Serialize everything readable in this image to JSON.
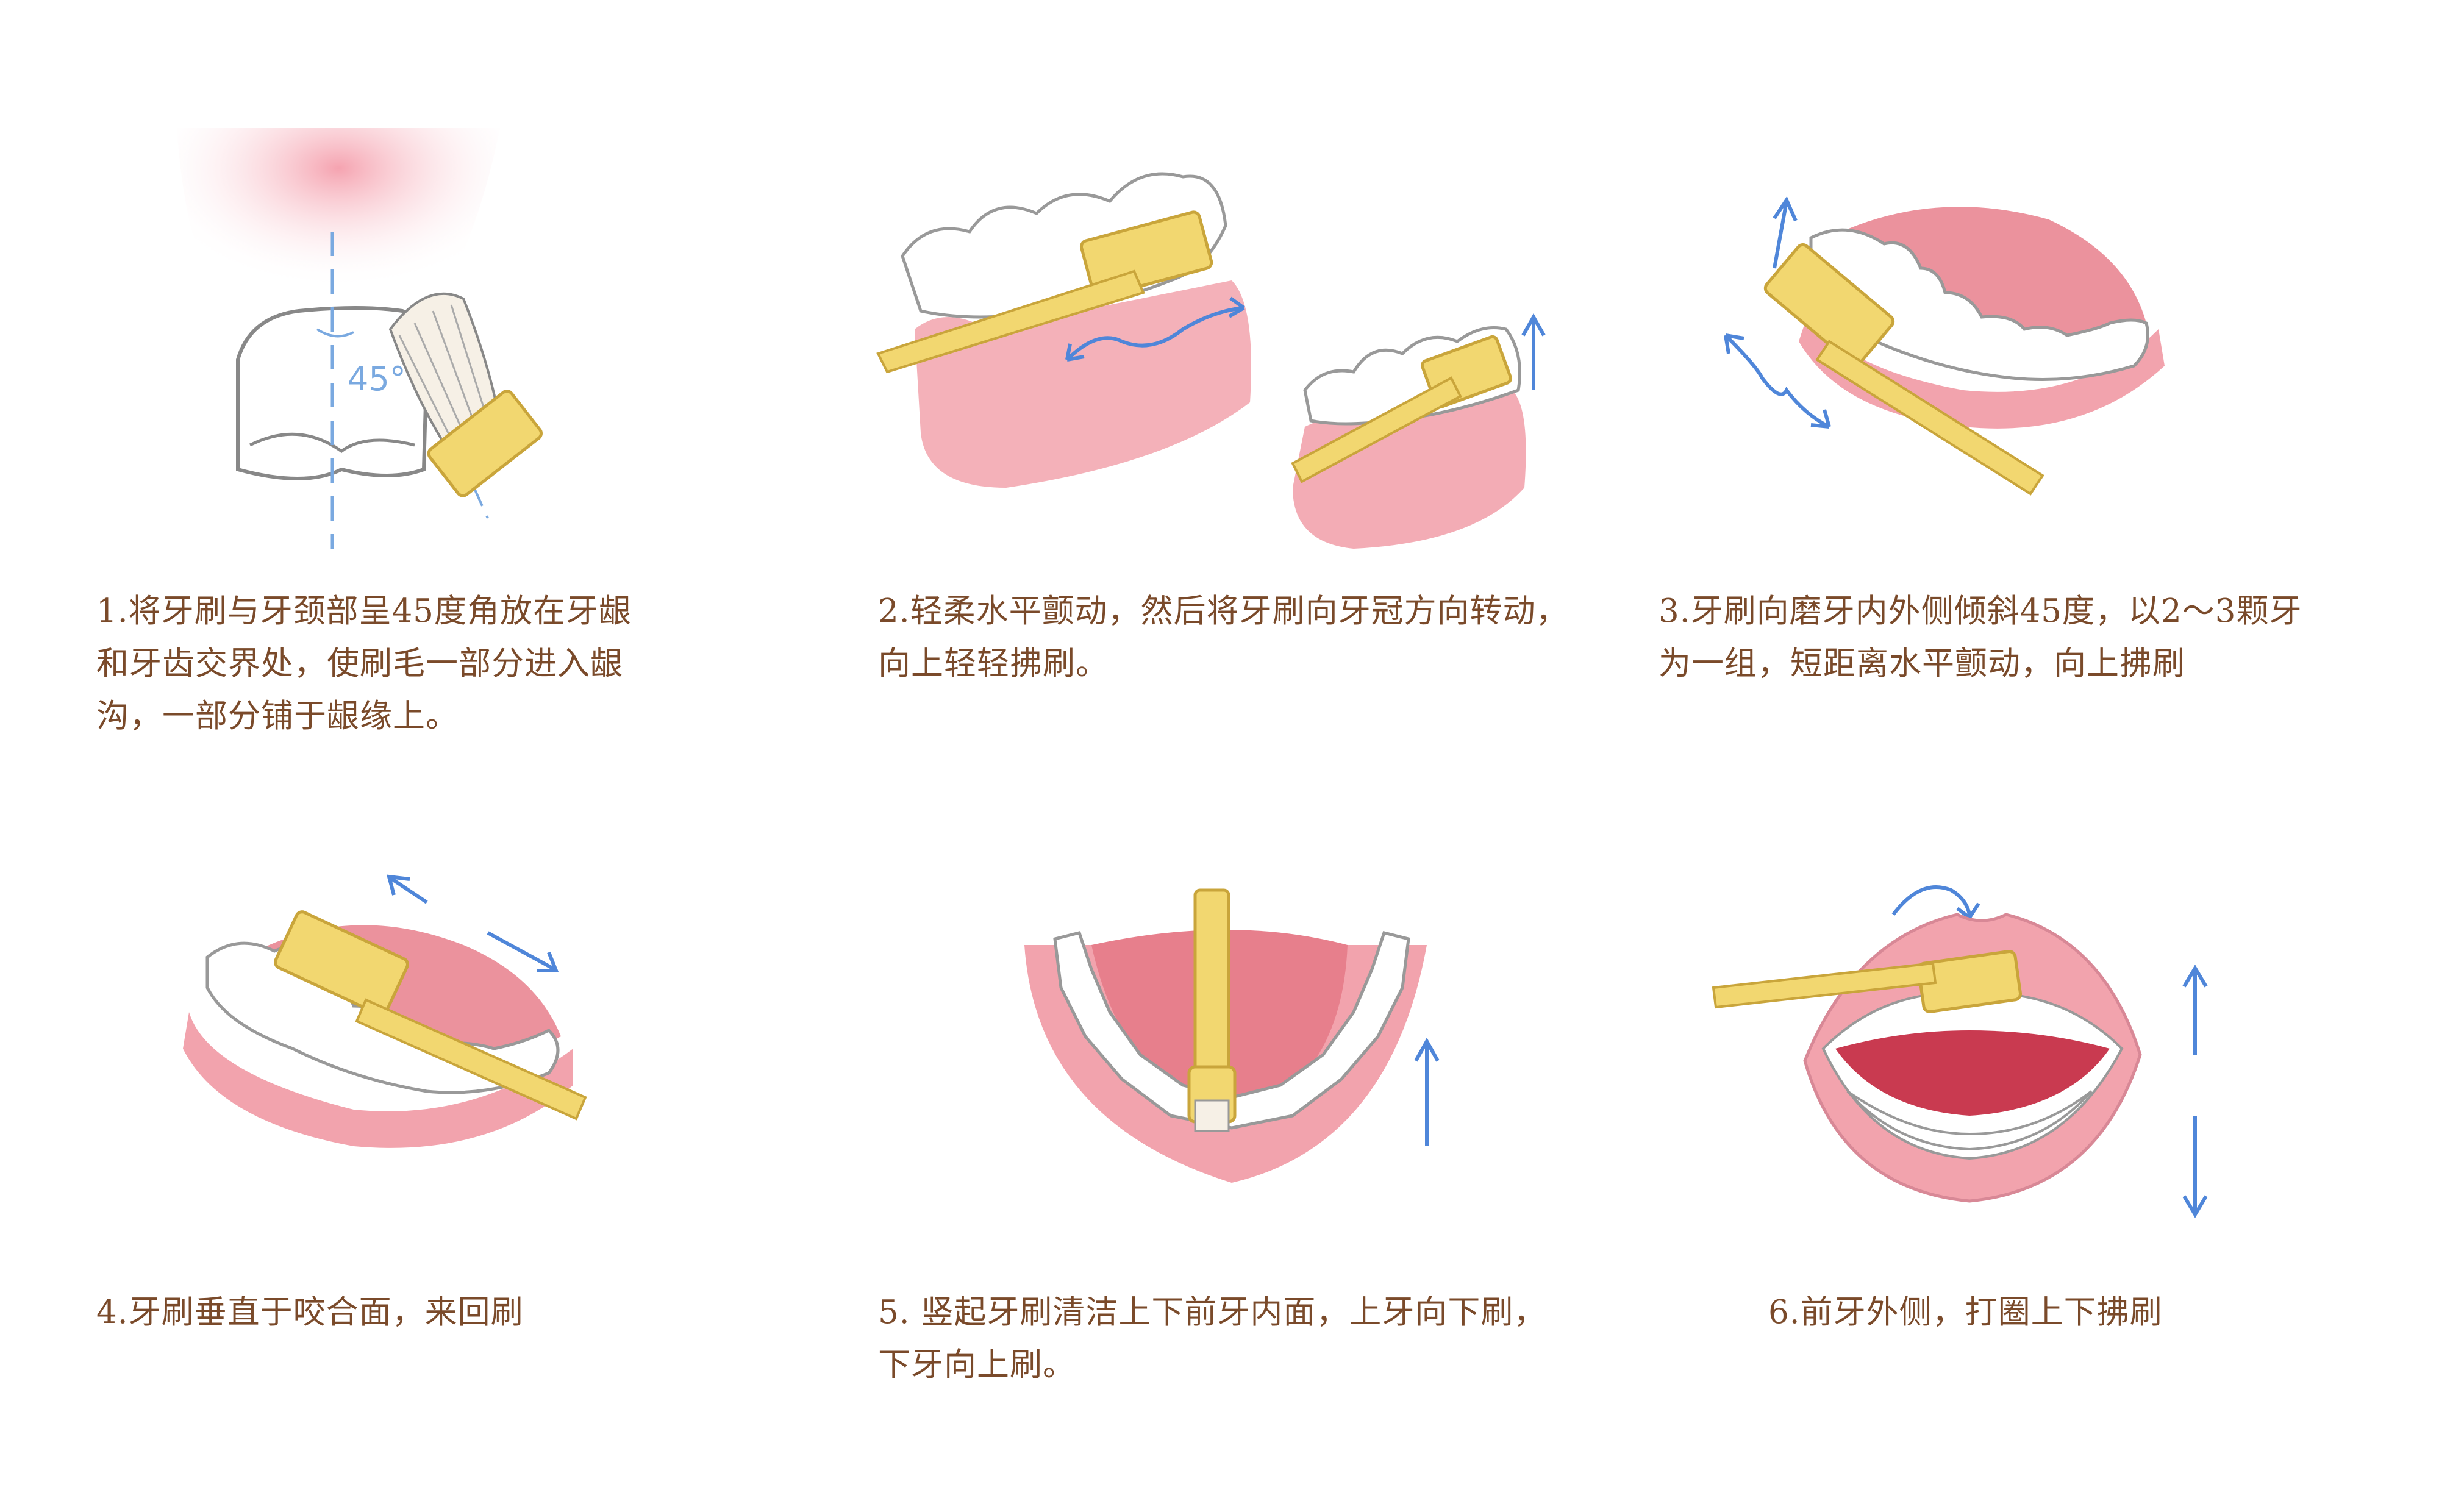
{
  "steps": [
    {
      "id": 1,
      "lines": [
        "1.将牙刷与牙颈部呈45度角放在牙龈",
        "和牙齿交界处，使刷毛一部分进入龈",
        "沟，一部分铺于龈缘上。"
      ],
      "angle_label": "45°"
    },
    {
      "id": 2,
      "lines": [
        "2.轻柔水平颤动，然后将牙刷向牙冠方向转动，",
        "向上轻轻拂刷。"
      ]
    },
    {
      "id": 3,
      "lines": [
        "3.牙刷向磨牙内外侧倾斜45度，以2～3颗牙",
        "为一组，短距离水平颤动，向上拂刷"
      ]
    },
    {
      "id": 4,
      "lines": [
        "4.牙刷垂直于咬合面，来回刷"
      ]
    },
    {
      "id": 5,
      "lines": [
        "5. 竖起牙刷清洁上下前牙内面，上牙向下刷，",
        "下牙向上刷。"
      ]
    },
    {
      "id": 6,
      "lines": [
        "6.前牙外侧，打圈上下拂刷"
      ]
    }
  ],
  "colors": {
    "text": "#7a4a2a",
    "gum": "#f2a3ad",
    "gum_dark": "#e98996",
    "tongue": "#e77f8c",
    "tooth": "#ffffff",
    "outline": "#7d7d7d",
    "brush": "#f2d770",
    "brush_edge": "#c9a53b",
    "arrow": "#4f86d9",
    "guide": "#7aa9e0"
  },
  "icons": [
    "tooth-icon",
    "toothbrush-icon",
    "arrow-icon",
    "rotate-arrow-icon"
  ]
}
